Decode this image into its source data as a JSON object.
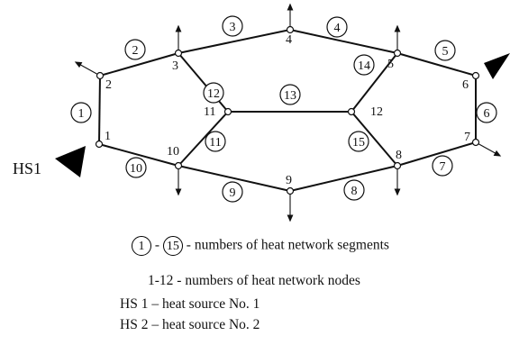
{
  "nodes": [
    "1",
    "2",
    "3",
    "4",
    "5",
    "6",
    "7",
    "8",
    "9",
    "10",
    "11",
    "12"
  ],
  "segments": [
    "1",
    "2",
    "3",
    "4",
    "5",
    "6",
    "7",
    "8",
    "9",
    "10",
    "11",
    "12",
    "13",
    "14",
    "15"
  ],
  "source_label": "HS1",
  "legend": {
    "seg_from": "1",
    "seg_dash": "-",
    "seg_to": "15",
    "seg_text": "- numbers of heat network segments",
    "nodes_text": "1-12  -  numbers of heat network nodes",
    "hs1_text": "HS  1 – heat source No. 1",
    "hs2_text": "HS  2 – heat source No. 2"
  }
}
